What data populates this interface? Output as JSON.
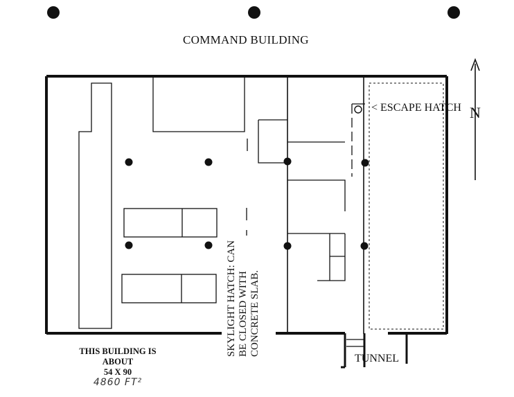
{
  "title": "COMMAND BUILDING",
  "escape_hatch_label": "< ESCAPE HATCH",
  "north_label": "N",
  "skylight_label": "SKYLIGHT HATCH: CAN BE CLOSED WITH CONCRETE SLAB.",
  "tunnel_label": "TUNNEL",
  "size_note": {
    "line1": "THIS BUILDING IS",
    "line2": "ABOUT",
    "line3": "54 X 90",
    "handwritten": "4860 FT²"
  },
  "colors": {
    "ink": "#111111",
    "paper": "#ffffff"
  },
  "icons": {
    "north_arrow": "arrow-up-icon",
    "hole_punch": "filled-circle-icon",
    "column": "filled-circle-icon",
    "hatch": "circle-outline-icon"
  }
}
